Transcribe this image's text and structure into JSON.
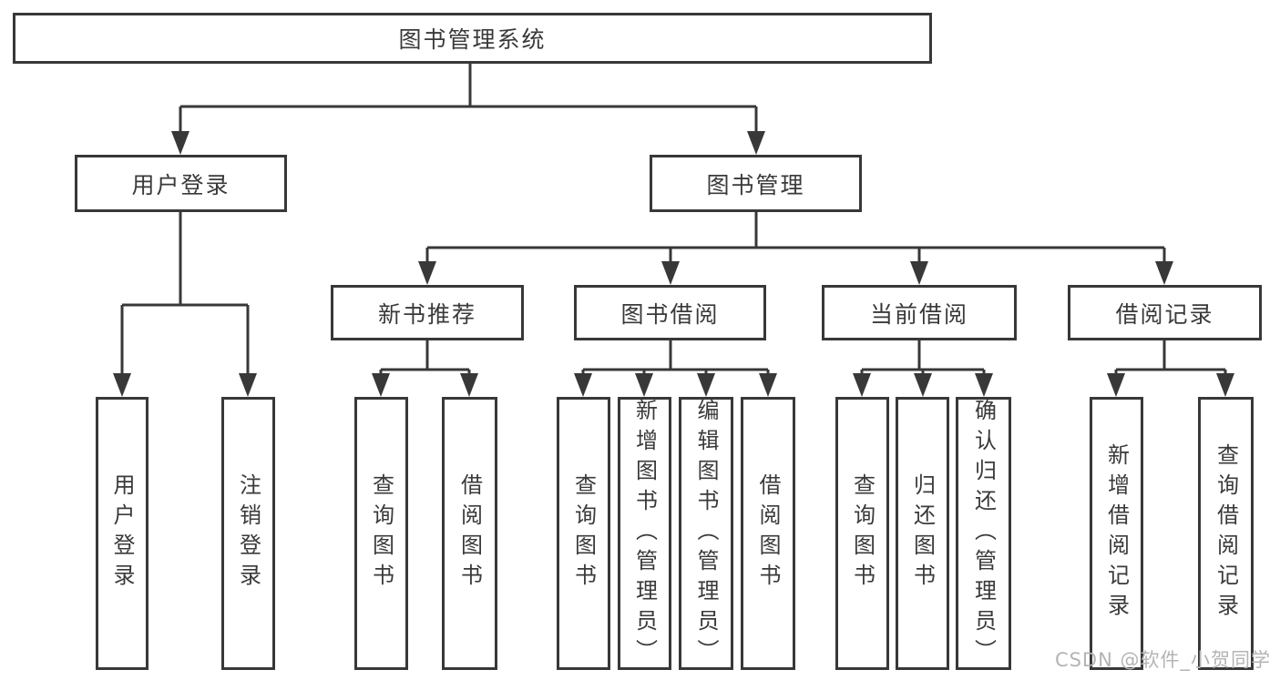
{
  "diagram": {
    "root": "图书管理系统",
    "branches": [
      {
        "label": "用户登录",
        "children": [
          "用户登录",
          "注销登录"
        ]
      },
      {
        "label": "图书管理",
        "sections": [
          {
            "label": "新书推荐",
            "children": [
              "查询图书",
              "借阅图书"
            ]
          },
          {
            "label": "图书借阅",
            "children": [
              "查询图书",
              "新增图书（管理员）",
              "编辑图书（管理员）",
              "借阅图书"
            ]
          },
          {
            "label": "当前借阅",
            "children": [
              "查询图书",
              "归还图书",
              "确认归还（管理员）"
            ]
          },
          {
            "label": "借阅记录",
            "children": [
              "新增借阅记录",
              "查询借阅记录"
            ]
          }
        ]
      }
    ]
  },
  "watermark": {
    "text": "CSDN @软件_小贺同学"
  },
  "colors": {
    "line": "#383838",
    "text": "#3a3a3a",
    "watermark-color": "#b4b4b4",
    "bg": "#ffffff"
  }
}
